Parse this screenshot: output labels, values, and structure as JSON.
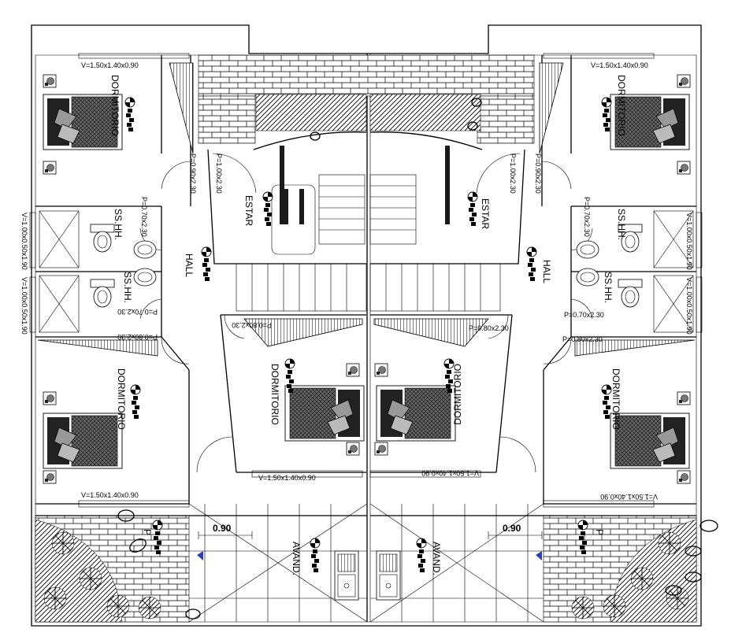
{
  "drawing": {
    "rooms": {
      "dorm_tl": "DORMITORIO",
      "dorm_tr": "DORMITORIO",
      "dorm_ml": "DORMITORIO",
      "dorm_mr": "DORMITORIO",
      "dorm_bl": "DORMITORIO",
      "dorm_br": "DORMITORIO",
      "estar_l": "ESTAR",
      "estar_r": "ESTAR",
      "hall_l": "HALL",
      "hall_r": "HALL",
      "sshh_1": "SS.HH.",
      "sshh_2": "SS.HH.",
      "sshh_3": "SS.HH.",
      "sshh_4": "SS.HH.",
      "avand_l": "AVAND.",
      "avand_r": "AVAND.",
      "p_l": "P",
      "p_r": "P"
    },
    "annotations": {
      "win_tl": "V=1.50x1.40x0.90",
      "win_tr": "V=1.50x1.40x0.90",
      "win_bl": "V=1.50x1.40x0.90",
      "win_bc": "V=1.50x1.40x0.90",
      "win_bcr": "V=1.50x1.40x0.90",
      "win_br": "V=1.50x1.40x0.90",
      "door_1": "P=1.00x2.30",
      "door_2": "P=1.00x2.30",
      "door_3": "P=0.90x2.30",
      "door_4": "P=0.90x2.30",
      "door_5": "P=0.70x2.30",
      "door_6": "P=0.70x2.30",
      "door_7": "P=0.70x2.30",
      "door_8": "P=0.70x2.30",
      "door_9": "P=0.80x2.30",
      "door_10": "P=0.80x2.30",
      "door_11": "P=0.80x2.30",
      "door_12": "P=0.80x2.30",
      "vsmall_1": "V=1.00x0.50x1.90",
      "vsmall_2": "V=1.00x0.50x1.90",
      "vsmall_3": "V=1.00x0.50x1.90",
      "vsmall_4": "V=1.00x0.50x1.90",
      "dim_l": "0.90",
      "dim_r": "0.90"
    }
  }
}
